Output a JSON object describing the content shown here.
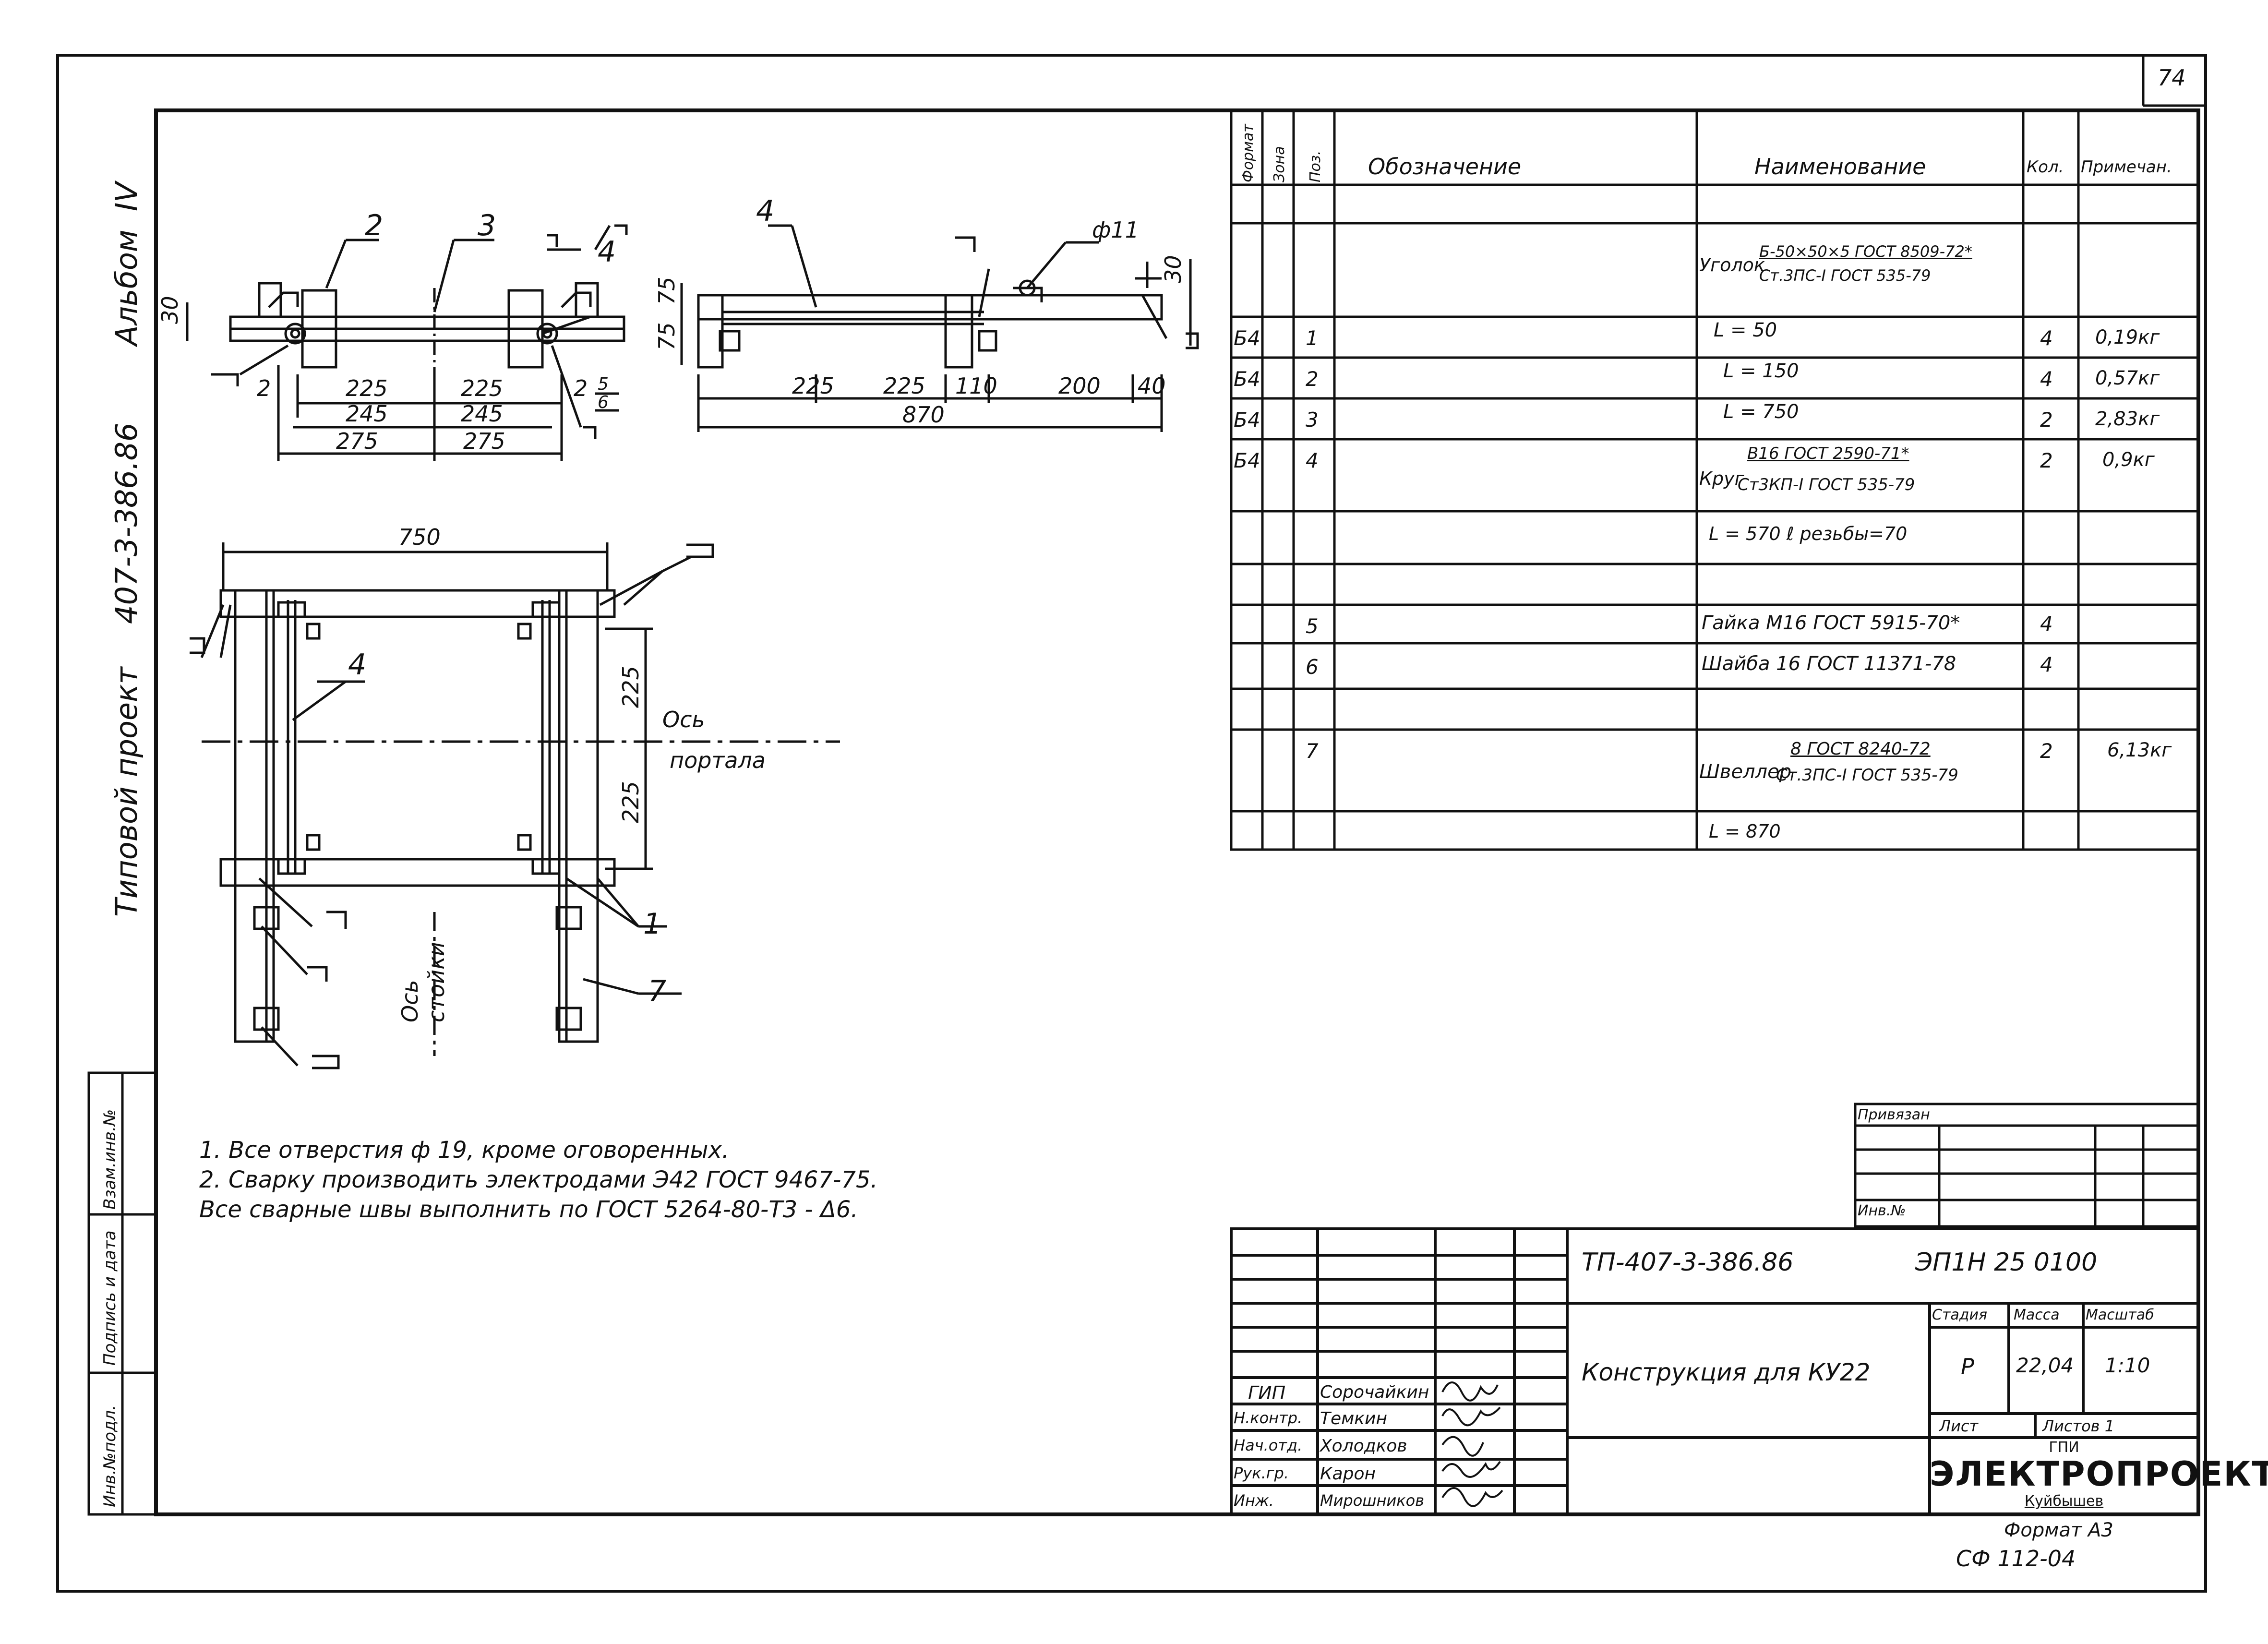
{
  "sheet_number": "74",
  "side_labels": {
    "album": "Альбом",
    "album_num": "IV",
    "project": "Типовой проект",
    "project_code": "407-3-386.86"
  },
  "side_stamp": {
    "inv_orig": "Инв.№подл.",
    "sign_date": "Подпись и дата",
    "vzam": "Взам.инв.№"
  },
  "drawing": {
    "top_left": {
      "pos_callouts": [
        "2",
        "3",
        "4"
      ],
      "dims": [
        "30",
        "2",
        "225",
        "225",
        "2",
        "5",
        "6",
        "245",
        "245",
        "275",
        "275"
      ]
    },
    "top_right": {
      "pos_callouts": [
        "4"
      ],
      "hole_label": "ф11",
      "dims": [
        "75",
        "75",
        "30",
        "225",
        "225",
        "110",
        "200",
        "40",
        "870"
      ]
    },
    "plan": {
      "dim_top": "750",
      "dim_right_1": "225",
      "dim_right_2": "225",
      "pos_callouts": [
        "4",
        "1",
        "7"
      ],
      "axis_portal_1": "Ось",
      "axis_portal_2": "портала",
      "axis_stand_1": "Ось",
      "axis_stand_2": "стойки"
    }
  },
  "notes": [
    "1. Все отверстия ф 19, кроме оговоренных.",
    "2. Сварку производить электродами Э42 ГОСТ 9467-75.",
    "Все сварные швы выполнить по ГОСТ 5264-80-Т3 - Δ6."
  ],
  "spec_table": {
    "headers": {
      "format": "Формат",
      "zone": "Зона",
      "pos": "Поз.",
      "designation": "Обозначение",
      "name": "Наименование",
      "qty": "Кол.",
      "note": "Примечан."
    },
    "rows": [
      {
        "format": "",
        "pos": "",
        "name_prefix": "Уголок",
        "name_top": "Б-50×50×5 ГОСТ 8509-72*",
        "name_bottom": "Ст.3ПС-I ГОСТ 535-79",
        "qty": "",
        "note": ""
      },
      {
        "format": "Б4",
        "pos": "1",
        "name": "L = 50",
        "qty": "4",
        "note": "0,19кг"
      },
      {
        "format": "Б4",
        "pos": "2",
        "name": "L = 150",
        "qty": "4",
        "note": "0,57кг"
      },
      {
        "format": "Б4",
        "pos": "3",
        "name": "L = 750",
        "qty": "2",
        "note": "2,83кг"
      },
      {
        "format": "Б4",
        "pos": "4",
        "name_prefix": "Круг",
        "name_top": "В16 ГОСТ 2590-71*",
        "name_bottom": "Ст3КП-I ГОСТ 535-79",
        "qty": "2",
        "note": "0,9кг"
      },
      {
        "format": "",
        "pos": "",
        "name": "L = 570   ℓ резьбы=70",
        "qty": "",
        "note": ""
      },
      {
        "format": "",
        "pos": "5",
        "name": "Гайка М16 ГОСТ 5915-70*",
        "qty": "4",
        "note": ""
      },
      {
        "format": "",
        "pos": "6",
        "name": "Шайба 16  ГОСТ 11371-78",
        "qty": "4",
        "note": ""
      },
      {
        "format": "",
        "pos": "7",
        "name_prefix": "Швеллер",
        "name_top": "8 ГОСТ 8240-72",
        "name_bottom": "Ст.3ПС-I ГОСТ 535-79",
        "qty": "2",
        "note": "6,13кг"
      },
      {
        "format": "",
        "pos": "",
        "name": "L = 870",
        "qty": "",
        "note": ""
      }
    ]
  },
  "privyazan": {
    "label": "Привязан",
    "inv_label": "Инв.№"
  },
  "title_block": {
    "project_code": "ТП-407-3-386.86",
    "doc_code": "ЭП1Н 25 0100",
    "title": "Конструкция для КУ22",
    "stage_label": "Стадия",
    "mass_label": "Масса",
    "scale_label": "Масштаб",
    "stage": "Р",
    "mass": "22,04",
    "scale": "1:10",
    "sheet_label": "Лист",
    "sheets_label": "Листов 1",
    "org_gpi": "ГПИ",
    "org_name": "ЭЛЕКТРОПРОЕКТ",
    "org_city": "Куйбышев",
    "roles": [
      {
        "role": "ГИП",
        "name": "Сорочайкин"
      },
      {
        "role": "Н.контр.",
        "name": "Темкин"
      },
      {
        "role": "Нач.отд.",
        "name": "Холодков"
      },
      {
        "role": "Рук.гр.",
        "name": "Карон"
      },
      {
        "role": "Инж.",
        "name": "Мирошников"
      }
    ]
  },
  "format_label": "Формат А3",
  "bottom_code": "СФ 112-04"
}
